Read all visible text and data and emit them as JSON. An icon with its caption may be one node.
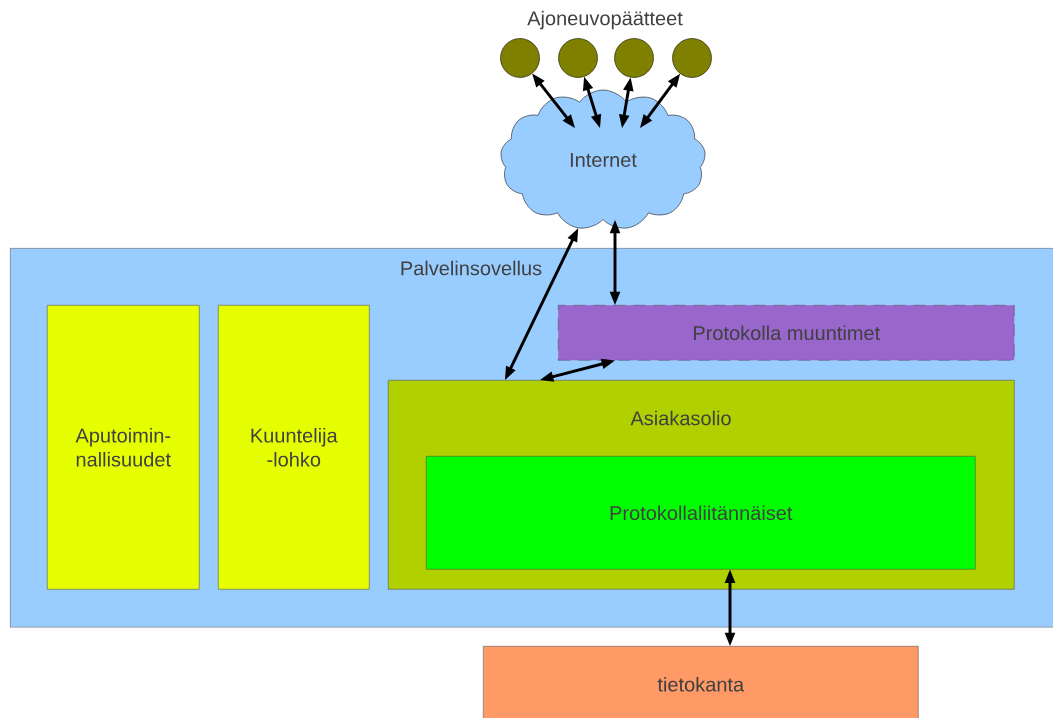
{
  "diagram": {
    "nodes": [
      {
        "text": [],
        "shape": "circle"
      },
      {
        "text": [],
        "shape": "circle"
      },
      {
        "text": [],
        "shape": "circle"
      },
      {
        "text": [],
        "shape": "circle"
      },
      {
        "text": [
          "Internet"
        ]
      },
      {
        "text": [
          "Palvelinsovellus"
        ]
      },
      {
        "text": [
          "Aputoimin- nallisuudet"
        ],
        "in": 5
      },
      {
        "text": [
          "Kuuntelija -lohko"
        ],
        "in": 5
      },
      {
        "text": [
          "Protokolla muuntimet"
        ],
        "in": 5
      },
      {
        "text": [
          "Asiakasolio"
        ],
        "in": 5
      },
      {
        "text": [
          "Protokollaliitännäiset"
        ],
        "in": 9
      },
      {
        "text": [
          "tietokanta"
        ]
      }
    ],
    "edges": [
      {
        "from": 0,
        "to": 4,
        "arrow": "both"
      },
      {
        "from": 1,
        "to": 4,
        "arrow": "both"
      },
      {
        "from": 2,
        "to": 4,
        "arrow": "both"
      },
      {
        "from": 3,
        "to": 4,
        "arrow": "both"
      },
      {
        "from": 4,
        "to": 9,
        "arrow": "both"
      },
      {
        "from": 4,
        "to": 8,
        "arrow": "both"
      },
      {
        "from": 8,
        "to": 9,
        "arrow": "both"
      },
      {
        "from": 10,
        "to": 11,
        "arrow": "both"
      }
    ],
    "labels": [
      "Ajoneuvopäätteet"
    ]
  }
}
